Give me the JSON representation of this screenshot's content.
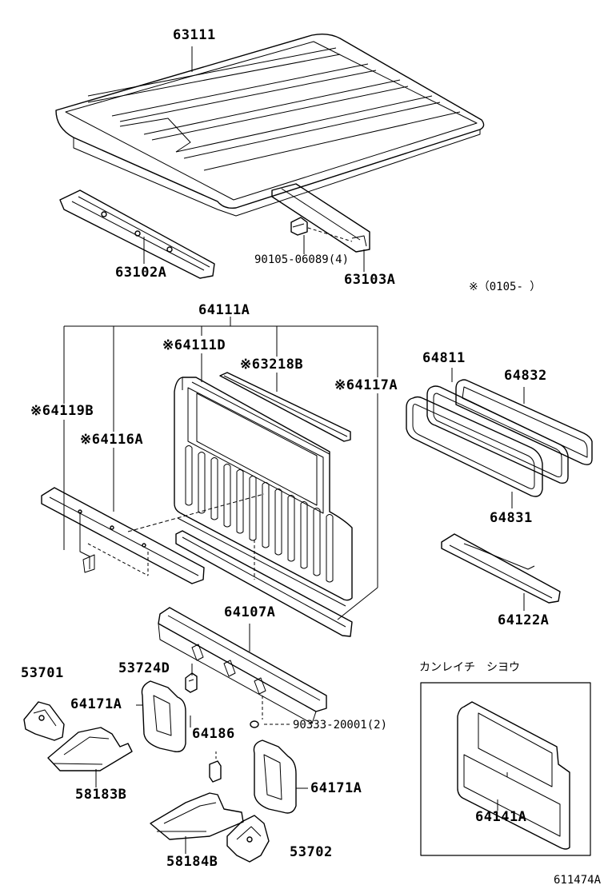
{
  "labels": {
    "roof_panel": "63111",
    "roof_rail_front": "63102A",
    "roof_rail_rear": "63103A",
    "roof_bolt": "90105-06089(4)",
    "date_note": "※（0105‑    ）",
    "back_panel_assy": "64111A",
    "back_panel_upper": "※64111D",
    "back_panel_seal": "※63218B",
    "back_panel_inner": "※64117A",
    "back_panel_side": "※64119B",
    "back_panel_lower": "※64116A",
    "window_glass": "64811",
    "window_weatherstrip": "64832",
    "window_frame": "64831",
    "rear_rail": "64122A",
    "floor_crossmember": "64107A",
    "bracket_left": "53701",
    "bracket_53724d": "53724D",
    "support_left": "64171A",
    "clip": "64186",
    "clip_bolt": "90333-20001(2)",
    "support_right": "64171A",
    "bracket_right": "53702",
    "reinforcement_left": "58183B",
    "reinforcement_right": "58184B",
    "cold_spec_title": "カンレイチ　シヨウ",
    "cold_spec_part": "64141A",
    "figure_code": "611474A"
  }
}
